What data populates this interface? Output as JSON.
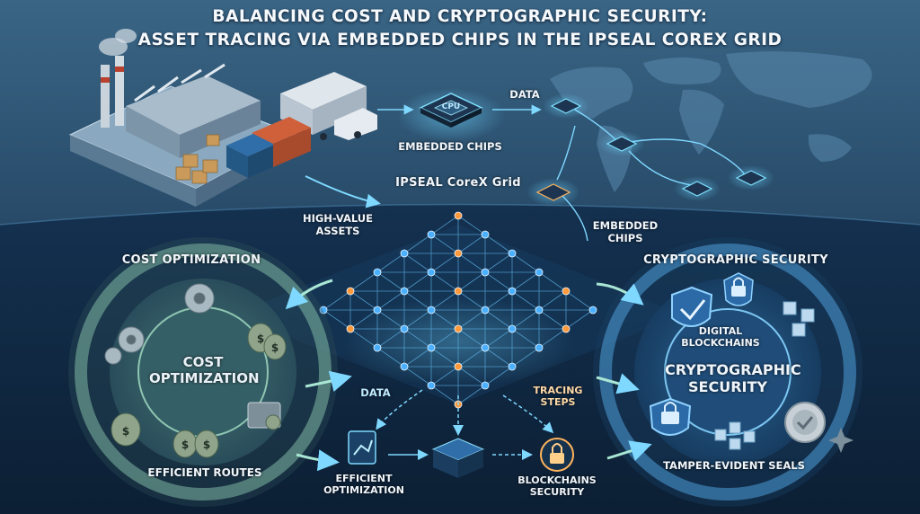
{
  "title": {
    "line1": "BALANCING COST AND CRYPTOGRAPHIC SECURITY:",
    "line2": "ASSET TRACING VIA EMBEDDED CHIPS IN THE IPSEAL COREX GRID"
  },
  "labels": {
    "chip_text": "CPU",
    "data_top": "DATA",
    "embedded_chips_top": "EMBEDDED CHIPS",
    "grid_name": "IPSEAL CoreX Grid",
    "high_value_assets": "HIGH-VALUE ASSETS",
    "embedded_chips_right": "EMBEDDED CHIPS",
    "cost_section": "COST OPTIMIZATION",
    "crypto_section": "CRYPTOGRAPHIC SECURITY",
    "cost_center": "COST OPTIMIZATION",
    "efficient_routes": "EFFICIENT ROUTES",
    "digital_blockchains": "DIGITAL BLOCKCHAINS",
    "crypto_center": "CRYPTOGRAPHIC SECURITY",
    "tamper_seals": "TAMPER-EVIDENT SEALS",
    "data_bottom": "DATA",
    "tracing_steps": "TRACING STEPS",
    "efficient_optimization": "EFFICIENT OPTIMIZATION",
    "blockchains_security": "BLOCKCHAINS SECURITY"
  },
  "colors": {
    "background_top": "#2f5878",
    "background_bottom": "#0f2740",
    "grid_line": "#5fb4e8",
    "node_blue": "#4ab0ff",
    "node_orange": "#ff9a3c",
    "ring_green": "#7fb8a4",
    "ring_blue": "#4f9fd8",
    "accent_cyan": "#5ad8ff"
  }
}
